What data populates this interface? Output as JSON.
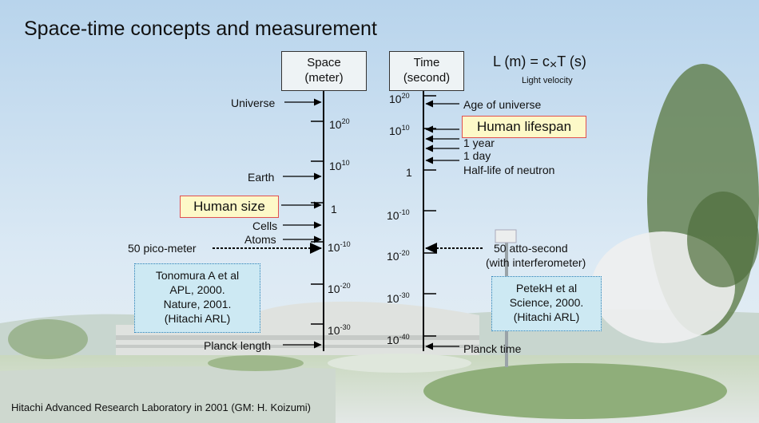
{
  "title": "Space-time concepts and measurement",
  "footer": "Hitachi Advanced Research Laboratory in 2001 (GM: H. Koizumi)",
  "space_axis": {
    "header_line1": "Space",
    "header_line2": "(meter)",
    "ticks": [
      {
        "base": "10",
        "exp": "20"
      },
      {
        "base": "10",
        "exp": "10"
      },
      {
        "base": "1",
        "exp": ""
      },
      {
        "base": "10",
        "exp": "-10"
      },
      {
        "base": "10",
        "exp": "-20"
      },
      {
        "base": "10",
        "exp": "-30"
      }
    ],
    "labels": {
      "universe": "Universe",
      "earth": "Earth",
      "human_size": "Human size",
      "cells": "Cells",
      "atoms": "Atoms",
      "pico": "50 pico-meter",
      "planck": "Planck length"
    }
  },
  "time_axis": {
    "header_line1": "Time",
    "header_line2": "(second)",
    "ticks": [
      {
        "base": "10",
        "exp": "20"
      },
      {
        "base": "10",
        "exp": "10"
      },
      {
        "base": "1",
        "exp": ""
      },
      {
        "base": "10",
        "exp": "-10"
      },
      {
        "base": "10",
        "exp": "-20"
      },
      {
        "base": "10",
        "exp": "-30"
      },
      {
        "base": "10",
        "exp": "-40"
      }
    ],
    "labels": {
      "age_universe": "Age of universe",
      "human_lifespan": "Human lifespan",
      "one_year": "1 year",
      "one_day": "1 day",
      "neutron": "Half-life of neutron",
      "atto_line1": "50 atto-second",
      "atto_line2": "(with interferometer)",
      "planck": "Planck time"
    }
  },
  "formula": {
    "left": "L (m) = c",
    "times": "×",
    "right": "T (s)",
    "note": "Light velocity"
  },
  "refs": {
    "left": [
      "Tonomura A et al",
      "APL, 2000.",
      "Nature, 2001.",
      "(Hitachi ARL)"
    ],
    "right": [
      "PetekH et al",
      "Science, 2000.",
      "(Hitachi ARL)"
    ]
  },
  "colors": {
    "highlight_fill": "#fdf9c8",
    "highlight_border": "#e05050",
    "ref_fill": "#cde9f3",
    "ref_border": "#2a7fb5"
  }
}
